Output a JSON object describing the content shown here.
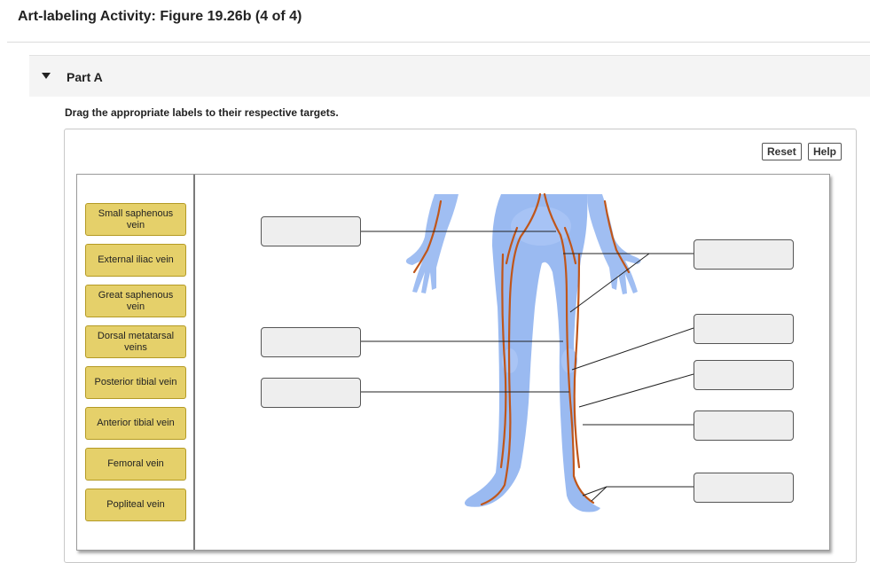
{
  "title": "Art-labeling Activity: Figure 19.26b (4 of 4)",
  "part": {
    "label": "Part A"
  },
  "instructions": "Drag the appropriate labels to their respective targets.",
  "buttons": {
    "reset": "Reset",
    "help": "Help"
  },
  "labels": [
    "Small saphenous vein",
    "External iliac vein",
    "Great saphenous vein",
    "Dorsal metatarsal veins",
    "Posterior tibial vein",
    "Anterior tibial vein",
    "Femoral vein",
    "Popliteal vein"
  ],
  "colors": {
    "label_fill": "#e5d06a",
    "body": "#8fb3f0",
    "vein": "#c0561a"
  }
}
